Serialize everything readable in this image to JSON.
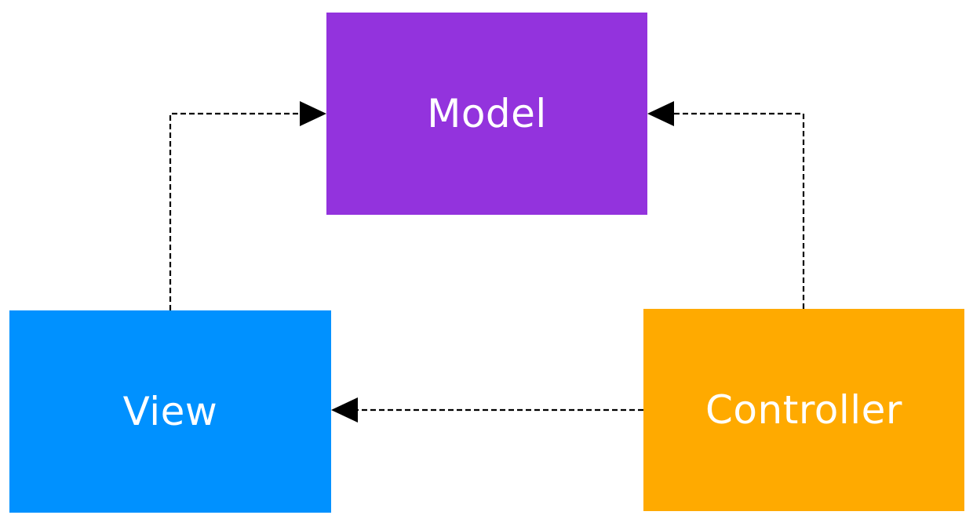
{
  "nodes": {
    "model": {
      "label": "Model",
      "color": "#9333DD"
    },
    "view": {
      "label": "View",
      "color": "#0091FF"
    },
    "controller": {
      "label": "Controller",
      "color": "#FFAA00"
    }
  },
  "edges": [
    {
      "from": "view",
      "to": "model",
      "style": "dashed",
      "arrow": "end"
    },
    {
      "from": "controller",
      "to": "model",
      "style": "dashed",
      "arrow": "end"
    },
    {
      "from": "controller",
      "to": "view",
      "style": "dashed",
      "arrow": "end"
    }
  ]
}
